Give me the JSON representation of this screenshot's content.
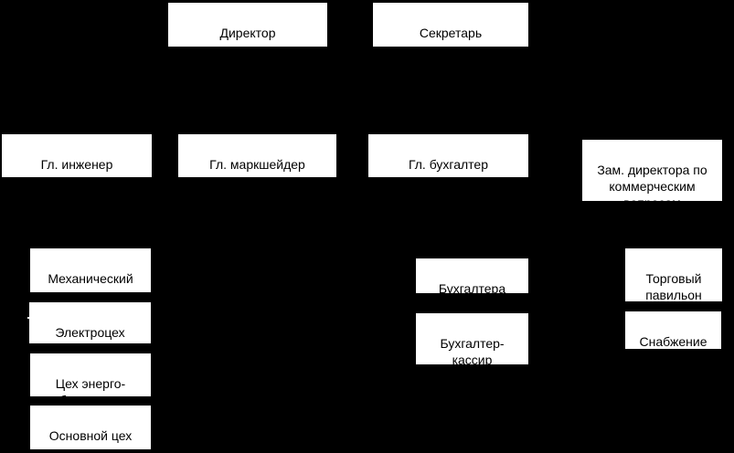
{
  "diagram": {
    "type": "org-chart",
    "colors": {
      "background": "#000000",
      "node_fill": "#ffffff",
      "node_text": "#000000"
    },
    "nodes": [
      {
        "key": "director",
        "label": "Директор"
      },
      {
        "key": "secretary",
        "label": "Секретарь"
      },
      {
        "key": "chief-engineer",
        "label": "Гл. инженер"
      },
      {
        "key": "chief-surveyor",
        "label": "Гл. маркшейдер"
      },
      {
        "key": "chief-accountant",
        "label": "Гл. бухгалтер"
      },
      {
        "key": "deputy-commercial",
        "label": "Зам. директора по\nкоммерческим\nвопросам"
      },
      {
        "key": "mechanical-shop",
        "label": "Механический\nцех"
      },
      {
        "key": "electrical-shop",
        "label": "Электроцех"
      },
      {
        "key": "energy-shop",
        "label": "Цех энерго-\nобеспечения"
      },
      {
        "key": "main-shop",
        "label": "Основной цех"
      },
      {
        "key": "accountants",
        "label": "Бухгалтера"
      },
      {
        "key": "accountant-cashier",
        "label": "Бухгалтер-\nкассир"
      },
      {
        "key": "trade-pavilion",
        "label": "Торговый\nпавильон"
      },
      {
        "key": "supply",
        "label": "Снабжение"
      }
    ]
  }
}
